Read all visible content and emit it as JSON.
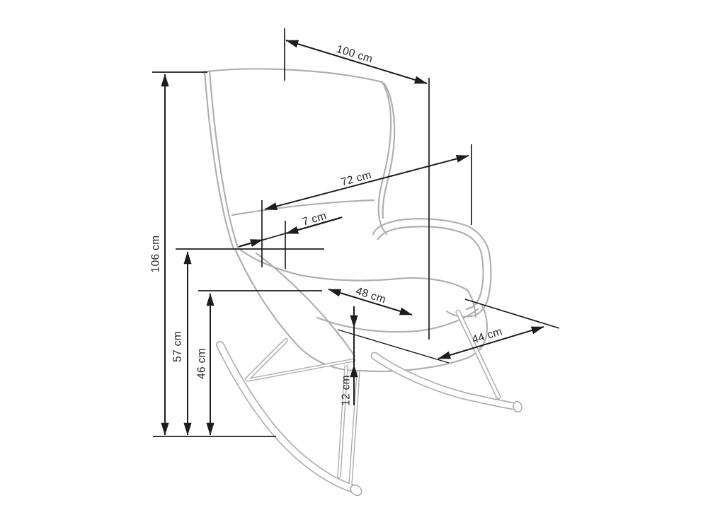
{
  "diagram": {
    "subject": "Wingback rocking chair - dimensioned technical line drawing",
    "units": "cm",
    "colors": {
      "dimension_ink": "#1d1d1d",
      "chair_outline": "#b0b0b0",
      "label_ink": "#262626",
      "background": "#ffffff"
    },
    "dimensions": {
      "top_width": {
        "label": "100 cm",
        "value": 100
      },
      "backrest_diagonal": {
        "label": "72 cm",
        "value": 72
      },
      "headrest_offset": {
        "label": "7 cm",
        "value": 7
      },
      "seat_cushion_width": {
        "label": "48 cm",
        "value": 48
      },
      "seat_depth": {
        "label": "44 cm",
        "value": 44
      },
      "overall_height": {
        "label": "106 cm",
        "value": 106
      },
      "armrest_height": {
        "label": "57 cm",
        "value": 57
      },
      "seat_height": {
        "label": "46 cm",
        "value": 46
      },
      "seat_frame_thickness": {
        "label": "12 cm",
        "value": 12
      }
    }
  }
}
